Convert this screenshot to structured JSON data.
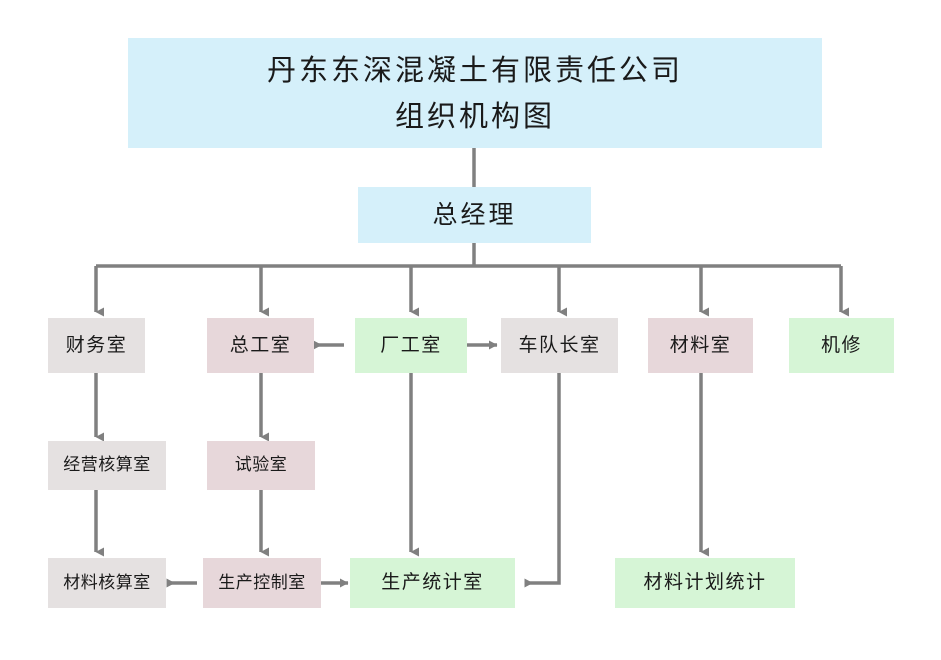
{
  "diagram": {
    "kind": "organization-chart",
    "background": "#ffffff",
    "connector_color": "#808080",
    "palette": {
      "blue": "#d5f0fa",
      "gray": "#e5e1e1",
      "pink": "#e7d7da",
      "green": "#d6f5d6"
    },
    "title": {
      "line1": "丹东东深混凝土有限责任公司",
      "line2": "组织机构图",
      "color": "#d5f0fa"
    },
    "top": {
      "label": "总经理",
      "color": "#d5f0fa"
    },
    "departments": [
      {
        "label": "财务室",
        "color": "#e5e1e1"
      },
      {
        "label": "总工室",
        "color": "#e7d7da"
      },
      {
        "label": "厂工室",
        "color": "#d6f5d6"
      },
      {
        "label": "车队长室",
        "color": "#e5e1e1"
      },
      {
        "label": "材料室",
        "color": "#e7d7da"
      },
      {
        "label": "机修",
        "color": "#d6f5d6"
      }
    ],
    "level3": [
      {
        "label": "经营核算室",
        "color": "#e5e1e1"
      },
      {
        "label": "试验室",
        "color": "#e7d7da"
      }
    ],
    "level4": [
      {
        "label": "材料核算室",
        "color": "#e5e1e1"
      },
      {
        "label": "生产控制室",
        "color": "#e7d7da"
      },
      {
        "label": "生产统计室",
        "color": "#d6f5d6"
      },
      {
        "label": "材料计划统计",
        "color": "#d6f5d6"
      }
    ]
  }
}
